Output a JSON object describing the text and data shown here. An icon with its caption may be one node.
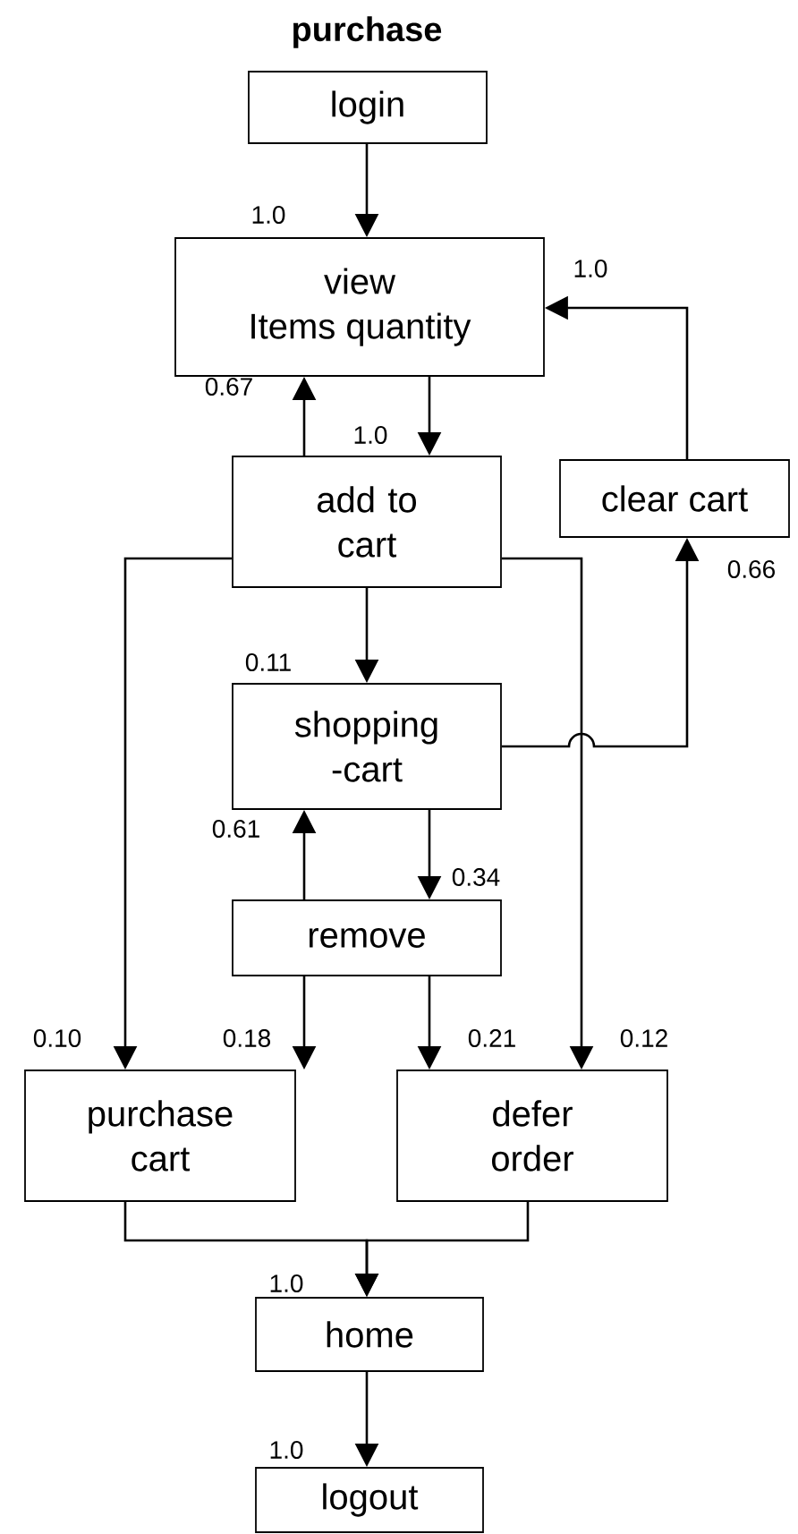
{
  "diagram": {
    "title": "purchase",
    "nodes": [
      {
        "text": [
          "login"
        ]
      },
      {
        "text": [
          "view",
          "Items quantity"
        ]
      },
      {
        "text": [
          "add to cart"
        ]
      },
      {
        "text": [
          "clear cart"
        ]
      },
      {
        "text": [
          "shopping -cart"
        ]
      },
      {
        "text": [
          "remove"
        ]
      },
      {
        "text": [
          "purchase cart"
        ]
      },
      {
        "text": [
          "defer order"
        ]
      },
      {
        "text": [
          "home"
        ]
      },
      {
        "text": [
          "logout"
        ]
      }
    ],
    "edges": [
      {
        "from": 0,
        "to": 1,
        "arrow": "to",
        "label": "1.0"
      },
      {
        "from": 2,
        "to": 1,
        "arrow": "to",
        "label": "0.67"
      },
      {
        "from": 1,
        "to": 2,
        "arrow": "to",
        "label": "1.0"
      },
      {
        "from": 3,
        "to": 1,
        "arrow": "to",
        "label": "1.0"
      },
      {
        "from": 2,
        "to": 4,
        "arrow": "to",
        "label": "0.11"
      },
      {
        "from": 4,
        "to": 3,
        "arrow": "to",
        "label": "0.66"
      },
      {
        "from": 2,
        "to": 6,
        "arrow": "to",
        "label": "0.10"
      },
      {
        "from": 2,
        "to": 7,
        "arrow": "to",
        "label": "0.12"
      },
      {
        "from": 5,
        "to": 4,
        "arrow": "to",
        "label": "0.61"
      },
      {
        "from": 4,
        "to": 5,
        "arrow": "to",
        "label": "0.34"
      },
      {
        "from": 5,
        "to": 6,
        "arrow": "to",
        "label": "0.18"
      },
      {
        "from": 5,
        "to": 7,
        "arrow": "to",
        "label": "0.21"
      },
      {
        "from": 6,
        "to": 8,
        "arrow": "to",
        "label": "1.0"
      },
      {
        "from": 7,
        "to": 8,
        "arrow": "to"
      },
      {
        "from": 8,
        "to": 9,
        "arrow": "to",
        "label": "1.0"
      }
    ]
  }
}
